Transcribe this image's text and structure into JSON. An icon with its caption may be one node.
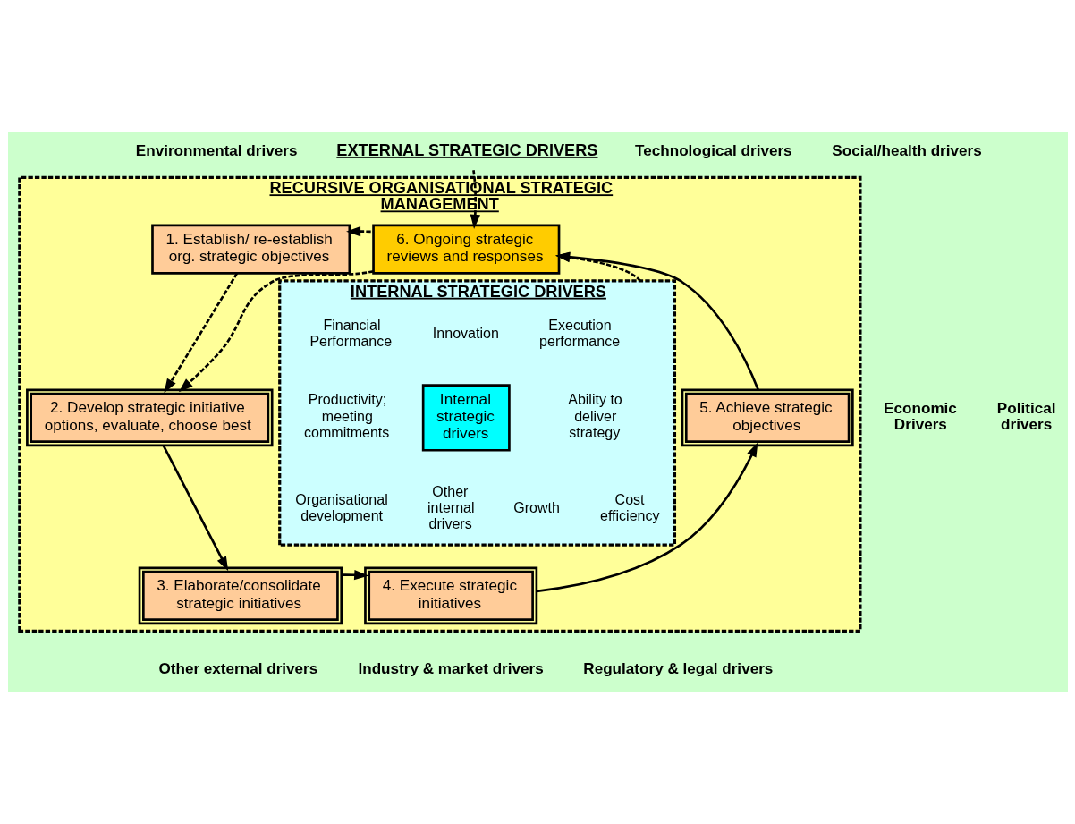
{
  "diagram": {
    "nodes": [
      {
        "text": [
          "EXTERNAL STRATEGIC DRIVERS"
        ]
      },
      {
        "text": [
          "RECURSIVE ORGANISATIONAL STRATEGIC MANAGEMENT"
        ]
      },
      {
        "text": [
          "1. Establish/ re-establish org. strategic objectives"
        ],
        "in": 1
      },
      {
        "text": [
          "6. Ongoing strategic reviews and responses"
        ],
        "in": 1
      },
      {
        "text": [
          "INTERNAL STRATEGIC DRIVERS"
        ],
        "in": 1
      },
      {
        "text": [
          "Internal strategic drivers"
        ],
        "in": 4
      },
      {
        "text": [
          "2. Develop strategic initiative options, evaluate, choose best"
        ],
        "in": 1
      },
      {
        "text": [
          "5. Achieve strategic objectives"
        ],
        "in": 1
      },
      {
        "text": [
          "3. Elaborate/consolidate strategic initiatives"
        ],
        "in": 1
      },
      {
        "text": [
          "4. Execute strategic initiatives"
        ],
        "in": 1
      }
    ],
    "edges": [
      {
        "from": 0,
        "to": 3,
        "arrow": "to",
        "style": "dashed"
      },
      {
        "from": 3,
        "to": 2,
        "arrow": "to",
        "style": "dashed"
      },
      {
        "from": 2,
        "to": 6,
        "arrow": "to",
        "style": "dashed"
      },
      {
        "from": 3,
        "to": 6,
        "arrow": "to",
        "style": "dashed"
      },
      {
        "from": 4,
        "to": 3,
        "arrow": "to",
        "style": "dashed"
      },
      {
        "from": 6,
        "to": 8,
        "arrow": "to"
      },
      {
        "from": 8,
        "to": 9,
        "arrow": "to"
      },
      {
        "from": 9,
        "to": 7,
        "arrow": "to"
      },
      {
        "from": 7,
        "to": 3,
        "arrow": "to"
      }
    ],
    "labels": [
      "Environmental drivers",
      "Technological drivers",
      "Social/health drivers",
      "Economic Drivers",
      "Political drivers",
      "Financial Performance",
      "Innovation",
      "Execution performance",
      "Productivity; meeting commitments",
      "Ability to deliver strategy",
      "Cost efficiency",
      "Other internal drivers",
      "Organisational development",
      "Growth",
      "Other external drivers",
      "Industry & market drivers",
      "Regulatory & legal drivers"
    ]
  }
}
